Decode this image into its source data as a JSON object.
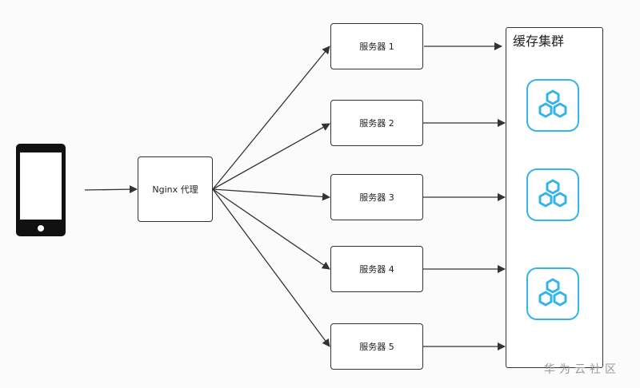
{
  "proxy": {
    "label": "Nginx 代理"
  },
  "servers": [
    {
      "label": "服务器 1"
    },
    {
      "label": "服务器 2"
    },
    {
      "label": "服务器 3"
    },
    {
      "label": "服务器 4"
    },
    {
      "label": "服务器 5"
    }
  ],
  "cache_cluster": {
    "title": "缓存集群",
    "nodes": [
      {
        "icon": "cache-node-icon"
      },
      {
        "icon": "cache-node-icon"
      },
      {
        "icon": "cache-node-icon"
      }
    ]
  },
  "client": {
    "icon": "mobile-phone-icon"
  },
  "watermark": "华为云社区",
  "colors": {
    "accent": "#33b4ea",
    "stroke": "#333333"
  }
}
